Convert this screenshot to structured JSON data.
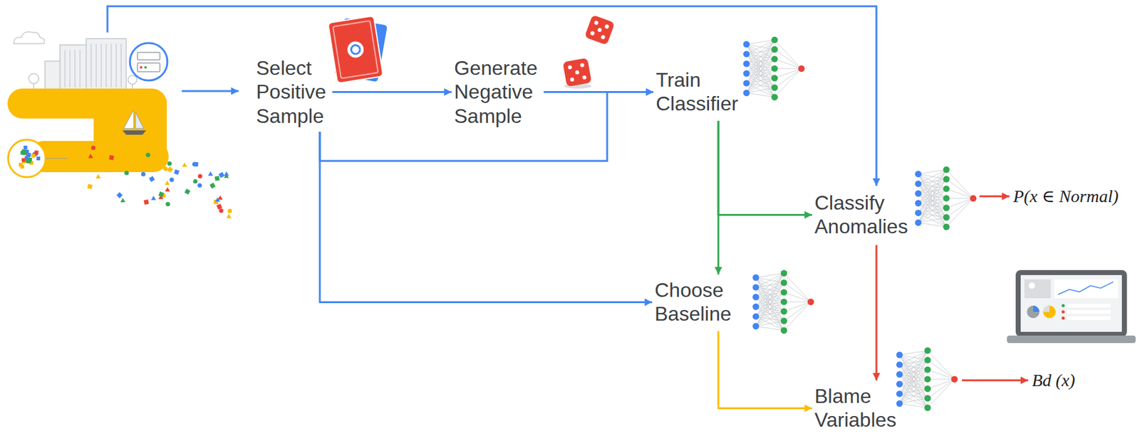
{
  "diagram": {
    "nodes": [
      {
        "text": [
          "Select Positive Sample"
        ]
      },
      {
        "text": [
          "Generate Negative Sample"
        ]
      },
      {
        "text": [
          "Train Classifier"
        ]
      },
      {
        "text": [
          "Classify Anomalies"
        ]
      },
      {
        "text": [
          "P(x ∈ Normal)"
        ]
      },
      {
        "text": [
          "Choose Baseline"
        ]
      },
      {
        "text": [
          "Blame Variables"
        ]
      },
      {
        "text": [
          "Bd (x)"
        ]
      }
    ],
    "edges": [
      {
        "from": 0,
        "to": 1,
        "arrow": "to"
      },
      {
        "from": 1,
        "to": 2,
        "arrow": "to"
      },
      {
        "from": 0,
        "to": 2,
        "arrow": "to"
      },
      {
        "from": 0,
        "to": 5,
        "arrow": "to"
      },
      {
        "from": 2,
        "to": 5,
        "arrow": "to"
      },
      {
        "from": 2,
        "to": 3,
        "arrow": "to"
      },
      {
        "from": 3,
        "to": 4,
        "arrow": "to"
      },
      {
        "from": 3,
        "to": 6,
        "arrow": "to"
      },
      {
        "from": 5,
        "to": 6,
        "arrow": "to"
      },
      {
        "from": 6,
        "to": 7,
        "arrow": "to"
      }
    ]
  }
}
